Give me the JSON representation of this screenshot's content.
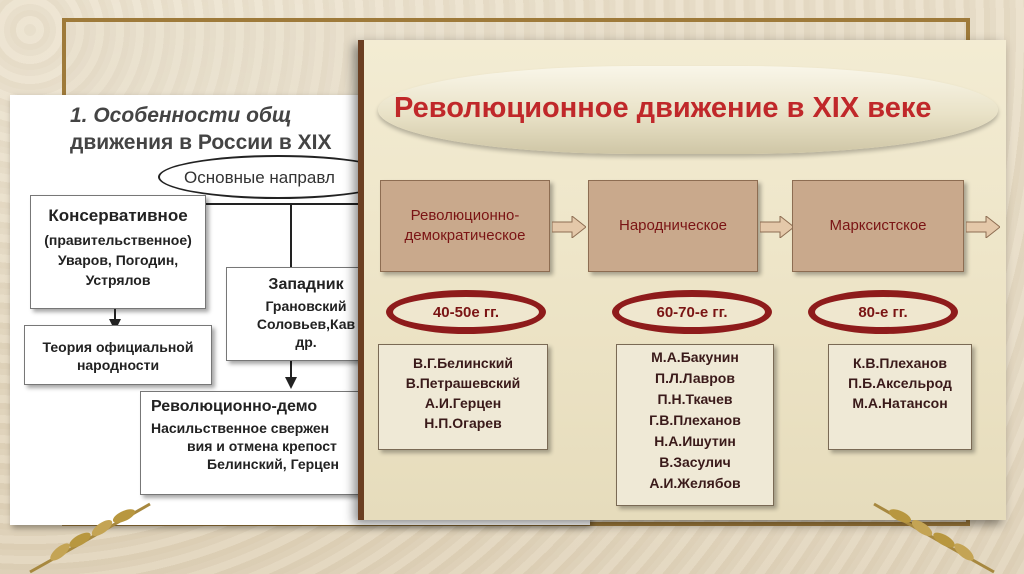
{
  "left_slide": {
    "title_line1": "1. Особенности общ",
    "title_line2": "движения в России в XIX",
    "main_node": "Основные направл",
    "branches": [
      {
        "name": "Консервативное",
        "sub": "(правительственное)",
        "people": [
          "Уваров, Погодин,",
          "Устрялов"
        ]
      },
      {
        "name": "Западник",
        "people": [
          "Грановский",
          "Соловьев,Кав",
          "др."
        ]
      },
      {
        "name": "Революционно-демо",
        "people": [
          "Насильственное свержен",
          "вия и отмена крепост",
          "Белинский, Герцен"
        ]
      }
    ],
    "theory_box": [
      "Теория официальной",
      "народности"
    ]
  },
  "right_slide": {
    "title": "Революционное движение  в XIX веке",
    "directions": [
      {
        "label": "Революционно-демократическое",
        "period": "40-50е гг.",
        "people": [
          "В.Г.Белинский",
          "В.Петрашевский",
          "А.И.Герцен",
          "Н.П.Огарев"
        ]
      },
      {
        "label": "Народническое",
        "period": "60-70-е гг.",
        "people": [
          "М.А.Бакунин",
          "П.Л.Лавров",
          "П.Н.Ткачев",
          "Г.В.Плеханов",
          "Н.А.Ишутин",
          "В.Засулич",
          "А.И.Желябов"
        ]
      },
      {
        "label": "Марксистское",
        "period": "80-е гг.",
        "people": [
          "К.В.Плеханов",
          "П.Б.Аксельрод",
          "М.А.Натансон"
        ]
      }
    ]
  },
  "colors": {
    "title_red": "#c0282a",
    "box_tan": "#c9a98c",
    "period_ring": "#8e1b1b",
    "frame_gold": "#9e7a3a"
  }
}
